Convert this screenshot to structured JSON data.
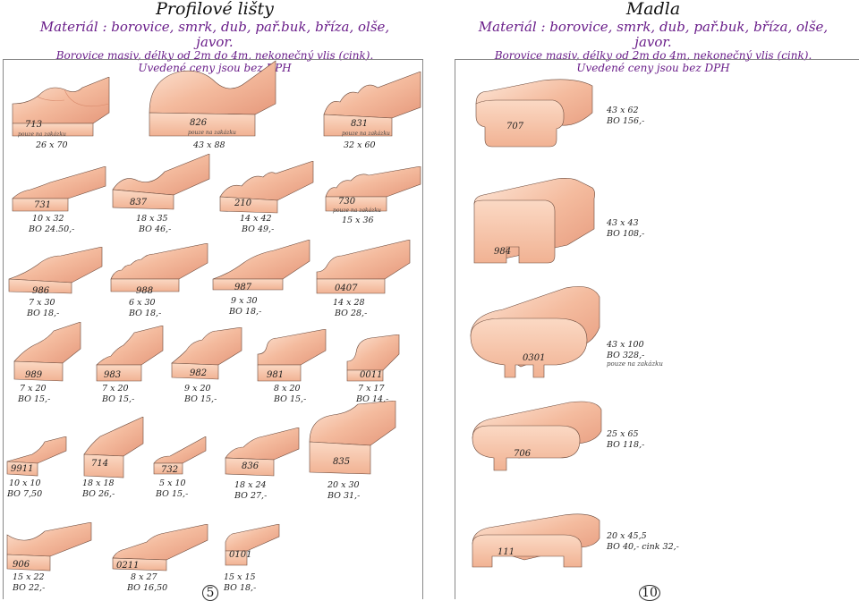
{
  "left_header": {
    "title": "Profilové lišty",
    "material": "Materiál : borovice, smrk, dub, pař.buk, bříza, olše, javor.",
    "spec": "Borovice masiv, délky od 2m do 4m, nekonečný vlis (cink).",
    "vat": "Uvedené ceny jsou bez DPH"
  },
  "right_header": {
    "title": "Madla",
    "material": "Materiál : borovice, smrk, dub, pař.buk, bříza, olše, javor.",
    "spec": "Borovice masiv, délky od 2m do 4m, nekonečný vlis (cink).",
    "vat": "Uvedené ceny jsou bez DPH"
  },
  "colors": {
    "wood_light": "#fbe0cf",
    "wood_mid": "#f3b899",
    "wood_dark": "#e2957a",
    "edge": "#6b4a3c",
    "accent_text": "#6a1e8a"
  },
  "profiles": [
    {
      "code": "713",
      "note": "pouze na zakázku",
      "size": "26 x 70",
      "price": ""
    },
    {
      "code": "826",
      "note": "pouze na zakázku",
      "size": "43 x 88",
      "price": ""
    },
    {
      "code": "831",
      "note": "pouze na zakázku",
      "size": "32 x 60",
      "price": ""
    },
    {
      "code": "731",
      "note": "",
      "size": "10 x 32",
      "price": "BO 24.50,-"
    },
    {
      "code": "837",
      "note": "",
      "size": "18 x 35",
      "price": "BO 46,-"
    },
    {
      "code": "210",
      "note": "",
      "size": "14 x 42",
      "price": "BO 49,-"
    },
    {
      "code": "730",
      "note": "pouze na zakázku",
      "size": "15 x 36",
      "price": ""
    },
    {
      "code": "986",
      "note": "",
      "size": "7 x 30",
      "price": "BO 18,-"
    },
    {
      "code": "988",
      "note": "",
      "size": "6 x 30",
      "price": "BO 18,-"
    },
    {
      "code": "987",
      "note": "",
      "size": "9 x 30",
      "price": "BO 18,-"
    },
    {
      "code": "0407",
      "note": "",
      "size": "14 x 28",
      "price": "BO 28,-"
    },
    {
      "code": "989",
      "note": "",
      "size": "7 x 20",
      "price": "BO 15,-"
    },
    {
      "code": "983",
      "note": "",
      "size": "7 x 20",
      "price": "BO 15,-"
    },
    {
      "code": "982",
      "note": "",
      "size": "9 x 20",
      "price": "BO 15,-"
    },
    {
      "code": "981",
      "note": "",
      "size": "8 x 20",
      "price": "BO 15,-"
    },
    {
      "code": "0011",
      "note": "",
      "size": "7 x 17",
      "price": "BO 14,-"
    },
    {
      "code": "9911",
      "note": "",
      "size": "10 x 10",
      "price": "BO 7,50"
    },
    {
      "code": "714",
      "note": "",
      "size": "18 x 18",
      "price": "BO 26,-"
    },
    {
      "code": "732",
      "note": "",
      "size": "5 x 10",
      "price": "BO 15,-"
    },
    {
      "code": "836",
      "note": "",
      "size": "18 x 24",
      "price": "BO 27,-"
    },
    {
      "code": "835",
      "note": "",
      "size": "20 x 30",
      "price": "BO 31,-"
    },
    {
      "code": "906",
      "note": "",
      "size": "15 x 22",
      "price": "BO 22,-"
    },
    {
      "code": "0211",
      "note": "",
      "size": "8 x 27",
      "price": "BO 16,50"
    },
    {
      "code": "0101",
      "note": "",
      "size": "15 x 15",
      "price": "BO 18,-"
    }
  ],
  "handrails": [
    {
      "code": "707",
      "size": "43 x 62",
      "price": "BO 156,-",
      "note": ""
    },
    {
      "code": "984",
      "size": "43 x 43",
      "price": "BO 108,-",
      "note": ""
    },
    {
      "code": "0301",
      "size": "43 x 100",
      "price": "BO 328,-",
      "note": "pouze na zakázku"
    },
    {
      "code": "706",
      "size": "25 x 65",
      "price": "BO 118,-",
      "note": ""
    },
    {
      "code": "111",
      "size": "20 x 45,5",
      "price": "BO 40,- cink 32,-",
      "note": ""
    }
  ],
  "page_left": "5",
  "page_right": "10"
}
